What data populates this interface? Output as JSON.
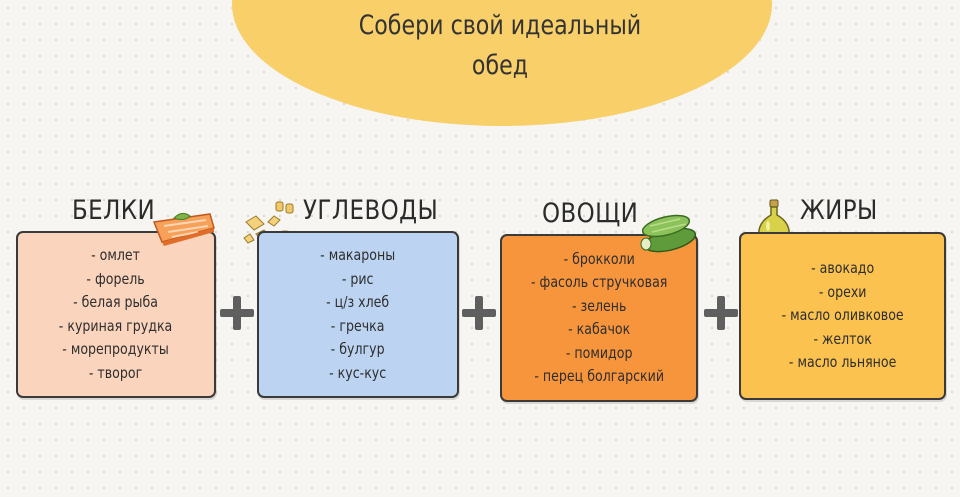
{
  "title": {
    "line1": "Собери свой идеальный",
    "line2": "обед"
  },
  "groups": [
    {
      "heading": "БЕЛКИ",
      "icon": "salmon-icon",
      "color": "#fbd4bd",
      "items": [
        "- омлет",
        "- форель",
        "- белая рыба",
        "- куриная грудка",
        "- морепродукты",
        "- творог"
      ]
    },
    {
      "heading": "УГЛЕВОДЫ",
      "icon": "pasta-icon",
      "color": "#bcd4f2",
      "items": [
        "- макароны",
        "- рис",
        "- ц/з хлеб",
        "- гречка",
        "- булгур",
        "- кус-кус"
      ]
    },
    {
      "heading": "ОВОЩИ",
      "icon": "zucchini-icon",
      "color": "#f7953d",
      "items": [
        "- брокколи",
        "- фасоль стручковая",
        "- зелень",
        "- кабачок",
        "- помидор",
        "- перец болгарский"
      ]
    },
    {
      "heading": "ЖИРЫ",
      "icon": "oil-bottle-icon",
      "color": "#fbc24f",
      "items": [
        "- авокадо",
        "- орехи",
        "- масло оливковое",
        "- желток",
        "- масло льняное"
      ]
    }
  ]
}
